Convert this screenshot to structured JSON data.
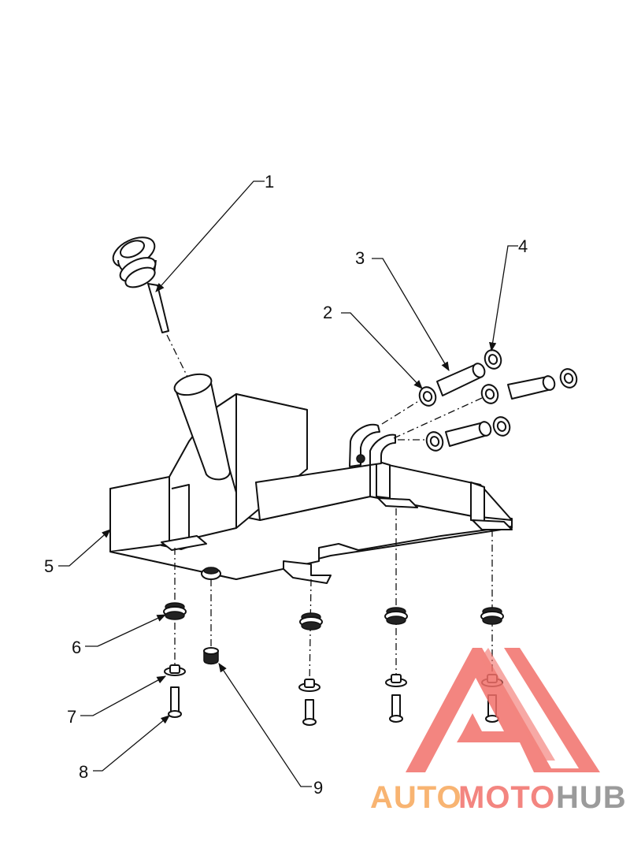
{
  "callouts": [
    {
      "id": "1",
      "label": "1"
    },
    {
      "id": "2",
      "label": "2"
    },
    {
      "id": "3",
      "label": "3"
    },
    {
      "id": "4",
      "label": "4"
    },
    {
      "id": "5",
      "label": "5"
    },
    {
      "id": "6",
      "label": "6"
    },
    {
      "id": "7",
      "label": "7"
    },
    {
      "id": "8",
      "label": "8"
    },
    {
      "id": "9",
      "label": "9"
    }
  ],
  "watermark": {
    "part1": "AUTO",
    "part2": "MOTO",
    "part3": "HUB",
    "colors": {
      "orange": "#f7a85a",
      "red": "#f2706a",
      "gray": "#8a8a8a"
    }
  }
}
